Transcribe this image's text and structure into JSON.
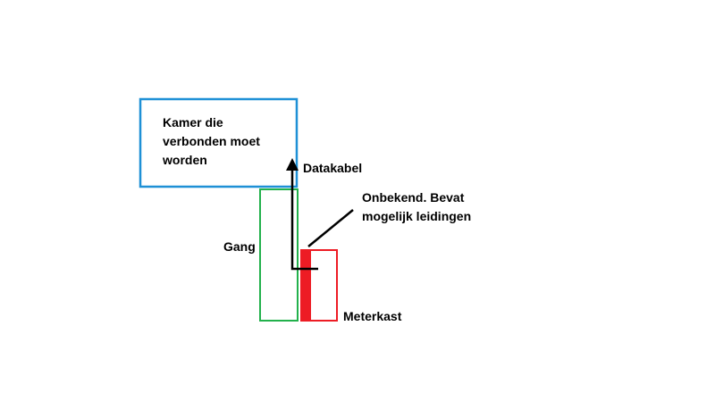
{
  "labels": {
    "room": [
      "Kamer die",
      "verbonden moet",
      "worden"
    ],
    "cable": "Datakabel",
    "unknown": [
      "Onbekend. Bevat",
      "mogelijk leidingen"
    ],
    "hallway": "Gang",
    "meter_cupboard": "Meterkast"
  },
  "colors": {
    "room": "#1e90d6",
    "hallway": "#22b14c",
    "meter_cupboard": "#ed1c24",
    "cable": "#000000"
  }
}
